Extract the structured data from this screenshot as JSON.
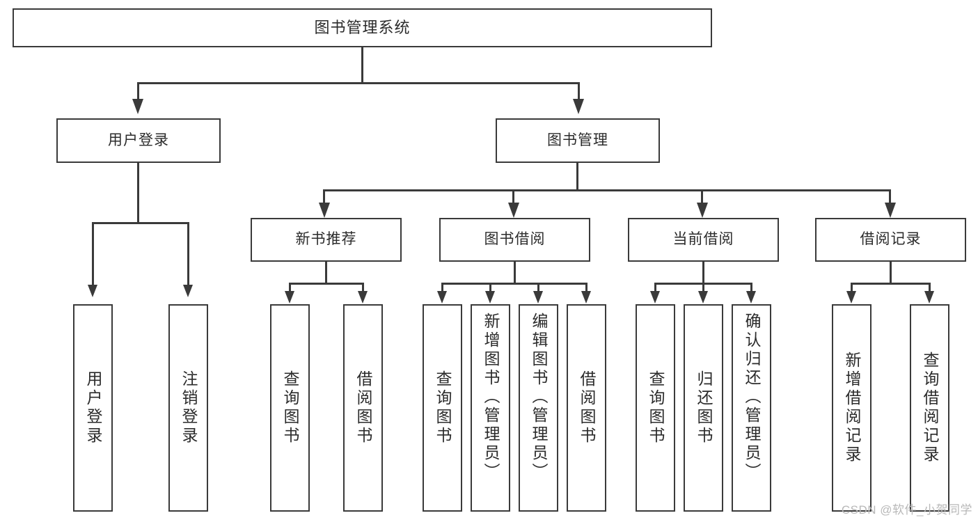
{
  "diagram": {
    "type": "tree-hierarchy-chart",
    "title_node": {
      "label": "图书管理系统"
    },
    "level2": [
      {
        "id": "user-login",
        "label": "用户登录"
      },
      {
        "id": "book-management",
        "label": "图书管理"
      }
    ],
    "level3": [
      {
        "id": "new-book-recommend",
        "label": "新书推荐"
      },
      {
        "id": "book-borrow",
        "label": "图书借阅"
      },
      {
        "id": "current-borrow",
        "label": "当前借阅"
      },
      {
        "id": "borrow-record",
        "label": "借阅记录"
      }
    ],
    "leaves": {
      "user_login": [
        {
          "id": "leaf-user-login",
          "label": "用户登录"
        },
        {
          "id": "leaf-user-logout",
          "label": "注销登录"
        }
      ],
      "new_book_recommend": [
        {
          "id": "leaf-query-book-1",
          "label": "查询图书"
        },
        {
          "id": "leaf-borrow-book-1",
          "label": "借阅图书"
        }
      ],
      "book_borrow": [
        {
          "id": "leaf-query-book-2",
          "label": "查询图书"
        },
        {
          "id": "leaf-add-book",
          "label": "新增图书（管理员）"
        },
        {
          "id": "leaf-edit-book",
          "label": "编辑图书（管理员）"
        },
        {
          "id": "leaf-borrow-book-2",
          "label": "借阅图书"
        }
      ],
      "current_borrow": [
        {
          "id": "leaf-query-book-3",
          "label": "查询图书"
        },
        {
          "id": "leaf-return-book",
          "label": "归还图书"
        },
        {
          "id": "leaf-confirm-return",
          "label": "确认归还（管理员）"
        }
      ],
      "borrow_record": [
        {
          "id": "leaf-add-record",
          "label": "新增借阅记录"
        },
        {
          "id": "leaf-query-record",
          "label": "查询借阅记录"
        }
      ]
    },
    "colors": {
      "border": "#3a3a3a",
      "background": "#ffffff",
      "text": "#2b2b2b",
      "watermark": "#b8b8b8"
    }
  },
  "watermark": {
    "text": "CSDN @软件_小贺同学"
  }
}
